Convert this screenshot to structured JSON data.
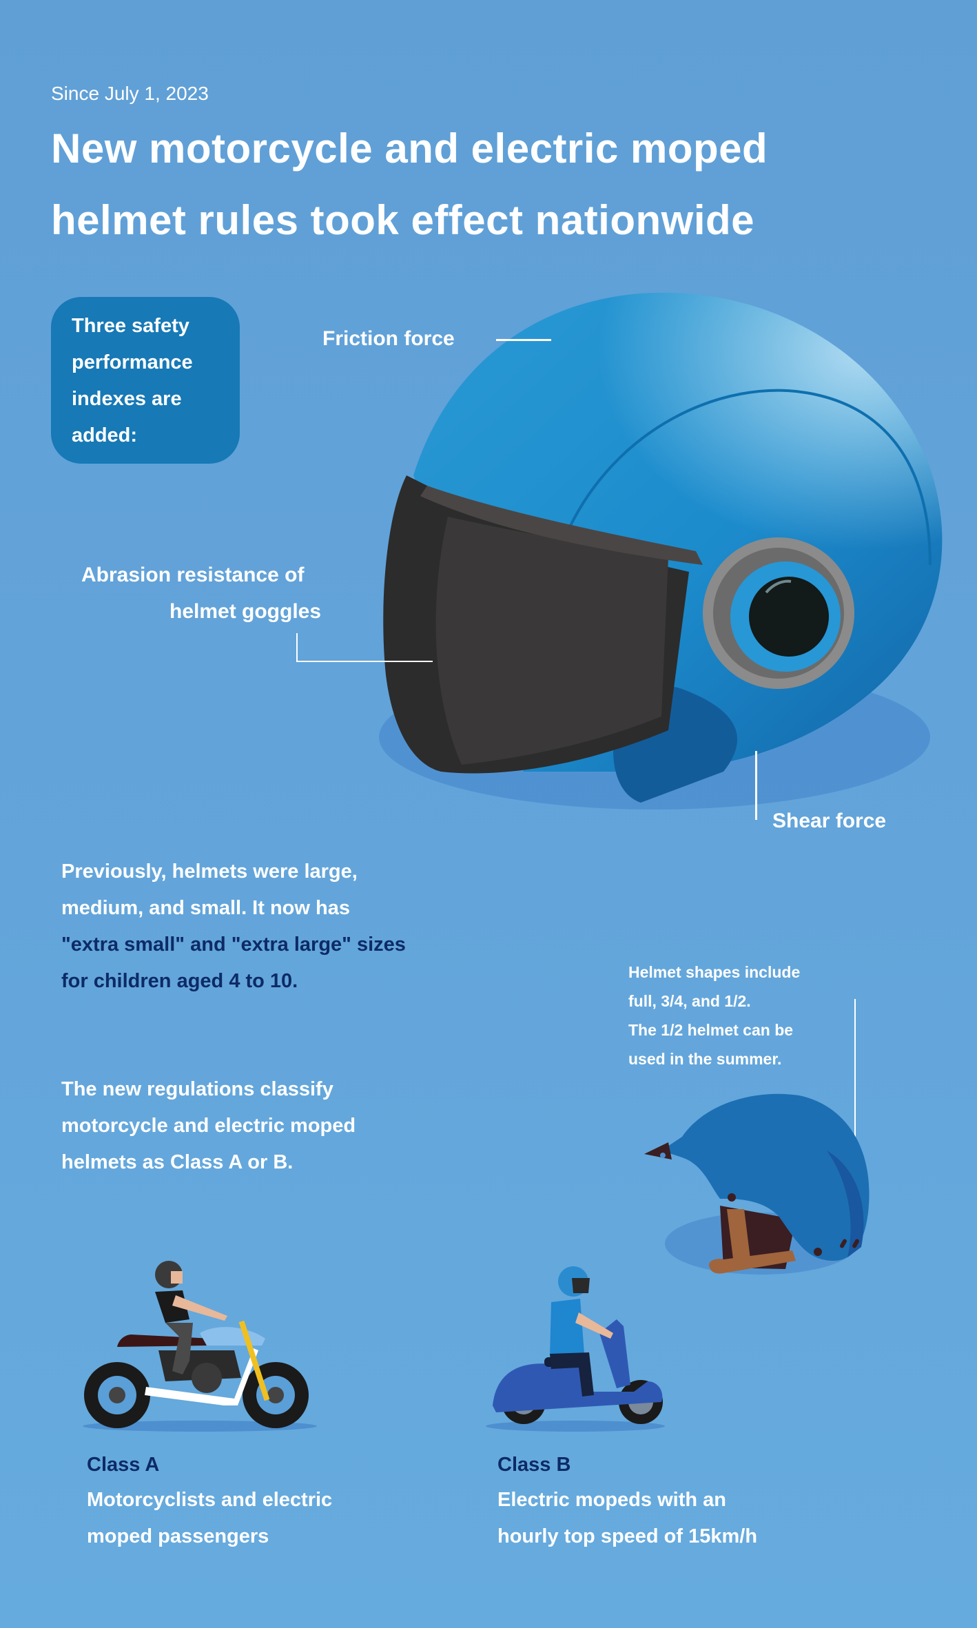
{
  "header": {
    "since": "Since July 1, 2023",
    "title_lines": [
      "New motorcycle and electric moped",
      "helmet rules took effect nationwide"
    ]
  },
  "safety_box": {
    "lines": [
      "Three safety",
      "performance",
      "indexes are",
      "added:"
    ]
  },
  "callouts": {
    "friction": "Friction force",
    "abrasion_lines": [
      "Abrasion resistance of",
      "helmet goggles"
    ],
    "shear": "Shear force"
  },
  "sizes_paragraph": {
    "white_lines": [
      "Previously, helmets were large,",
      "medium, and small. It now has"
    ],
    "navy_lines": [
      "\"extra small\" and \"extra large\" sizes",
      "for children aged 4 to 10."
    ]
  },
  "shapes_note": {
    "lines": [
      "Helmet shapes include",
      "full, 3/4, and 1/2.",
      "The 1/2 helmet can be",
      "used in the summer."
    ]
  },
  "classify_paragraph": {
    "lines": [
      "The new regulations classify",
      "motorcycle and electric moped",
      "helmets as Class A or B."
    ]
  },
  "classes": [
    {
      "title": "Class A",
      "desc_lines": [
        "Motorcyclists and electric",
        "moped passengers"
      ]
    },
    {
      "title": "Class B",
      "desc_lines": [
        "Electric mopeds with an",
        "hourly top speed of 15km/h"
      ]
    }
  ],
  "illustrations": {
    "full_helmet": "full-face-helmet-illustration",
    "half_helmet": "half-helmet-illustration",
    "motorcycle": "motorcyclist-illustration",
    "scooter": "scooter-rider-illustration"
  },
  "colors": {
    "background": "#62a3d9",
    "box": "#1779b6",
    "navy_text": "#0d2b66",
    "helmet_blue": "#1f8fcf",
    "visor": "#333333"
  }
}
